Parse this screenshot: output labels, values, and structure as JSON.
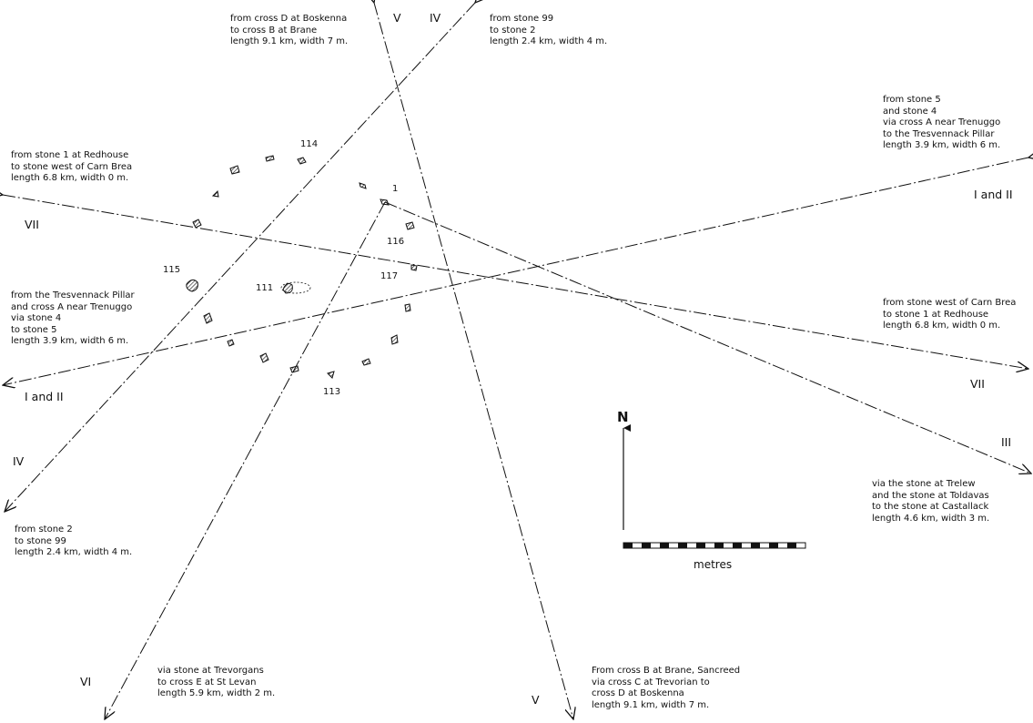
{
  "notes": {
    "boskenna_to_brane": "from cross D at Boskenna\nto cross B at Brane\nlength 9.1 km, width 7 m.",
    "stone99_to_2": "from stone 99\nto stone 2\nlength 2.4 km, width 4 m.",
    "stone5_to_pillar": "from stone 5\nand stone 4\nvia cross A near Trenuggo\nto the Tresvennack Pillar\nlength 3.9 km, width 6 m.",
    "redhouse_to_carnbrea": "from stone 1 at Redhouse\nto stone west of Carn Brea\nlength 6.8 km, width 0 m.",
    "pillar_to_stone5": "from the Tresvennack Pillar\nand cross A near Trenuggo\nvia stone 4\nto stone 5\nlength 3.9 km, width 6 m.",
    "carnbrea_to_redhouse": "from stone west of Carn Brea\nto stone 1 at Redhouse\nlength 6.8 km, width 0 m.",
    "trelew_to_castallack": "via the stone at Trelew\nand the stone at Toldavas\nto the stone at Castallack\nlength 4.6 km, width 3 m.",
    "stone2_to_99": "from stone 2\nto stone 99\nlength 2.4 km, width 4 m.",
    "trevorgans_to_stlevan": "via stone at Trevorgans\nto cross E at St Levan\nlength 5.9 km, width 2 m.",
    "brane_to_boskenna": "From cross B at Brane, Sancreed\nvia cross C at Trevorian to\ncross D at Boskenna\nlength 9.1 km, width 7 m."
  },
  "line_labels": {
    "v_top": "V",
    "iv_top": "IV",
    "i_and_ii_right": "I and II",
    "vii_left": "VII",
    "i_and_ii_left": "I and II",
    "vii_right": "VII",
    "iii": "III",
    "iv_left": "IV",
    "vi": "VI",
    "v_bottom": "V"
  },
  "stone_numbers": {
    "s114": "114",
    "s1": "1",
    "s116": "116",
    "s115": "115",
    "s111": "111",
    "s117": "117",
    "s113": "113"
  },
  "compass": {
    "north": "N"
  },
  "scale_bar": {
    "unit": "metres"
  }
}
